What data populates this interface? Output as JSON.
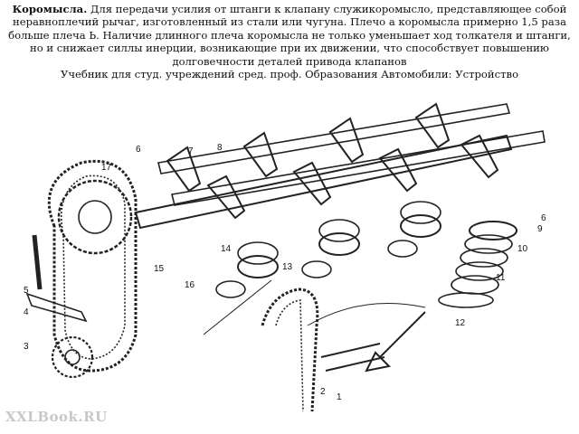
{
  "caption": {
    "term": "Коромысла.",
    "text": "Для передачи усилия от штанги к клапану служикоромысло, представляющее собой неравноплечий рычаг, изготовленный из стали или чугуна. Плечо a коромысла примерно 1,5 раза больше плеча Ь. Наличие длинного плеча коромысла не только уменьшает ход толкателя и штанги, но и снижает силлы инерции, возникающие при их движении, что способствует повышению долговечности деталей привода клапанов",
    "source": "Учебник для студ. учреждений сред. проф. Образования Автомобили: Устройство"
  },
  "callouts": [
    "1",
    "2",
    "3",
    "4",
    "5",
    "6",
    "7",
    "8",
    "9",
    "10",
    "11",
    "12",
    "13",
    "14",
    "15",
    "16",
    "17",
    "6"
  ],
  "watermark": "XXLBook.RU"
}
